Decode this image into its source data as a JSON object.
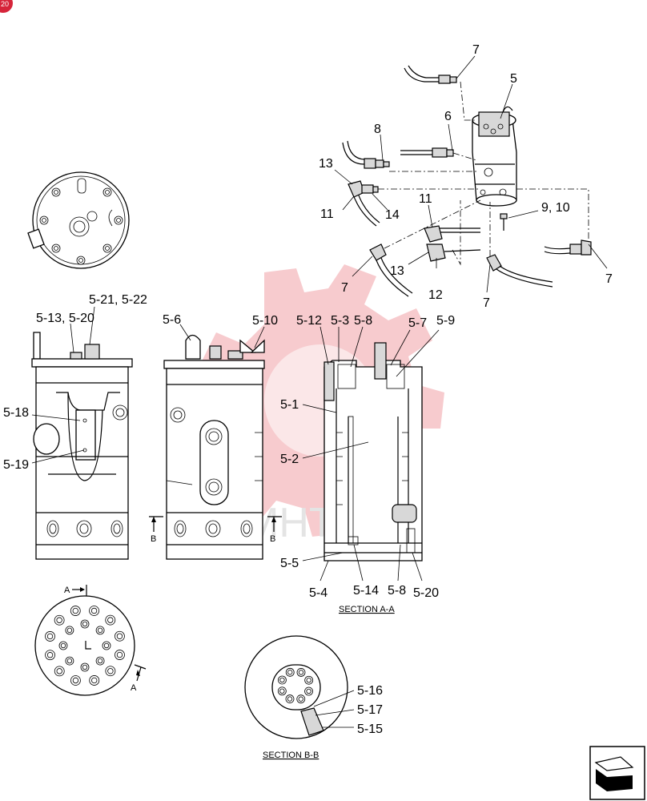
{
  "page_badge": "20",
  "watermark": {
    "text": "MHTEX",
    "color": "#f2b3b8"
  },
  "top_labels": {
    "l7a": "7",
    "l5": "5",
    "l6": "6",
    "l8": "8",
    "l13a": "13",
    "l11a": "11",
    "l14": "14",
    "l11b": "11",
    "l9_10": "9, 10",
    "l13b": "13",
    "l12": "12",
    "l7b": "7",
    "l7c": "7",
    "l7d": "7"
  },
  "view_labels": {
    "l5_21_22": "5-21, 5-22",
    "l5_13_20": "5-13, 5-20",
    "l5_18": "5-18",
    "l5_19": "5-19",
    "l5_6": "5-6",
    "l5_10": "5-10",
    "lB1": "B",
    "lB2": "B",
    "lA1": "A",
    "lA2": "A"
  },
  "section_aa": {
    "title": "SECTION  A-A",
    "l5_12": "5-12",
    "l5_3": "5-3",
    "l5_8a": "5-8",
    "l5_7": "5-7",
    "l5_9": "5-9",
    "l5_1": "5-1",
    "l5_2": "5-2",
    "l5_5": "5-5",
    "l5_4": "5-4",
    "l5_14": "5-14",
    "l5_8b": "5-8",
    "l5_20": "5-20"
  },
  "section_bb": {
    "title": "SECTION  B-B",
    "l5_16": "5-16",
    "l5_17": "5-17",
    "l5_15": "5-15"
  },
  "nav_icon": "next-page-arrow-icon"
}
